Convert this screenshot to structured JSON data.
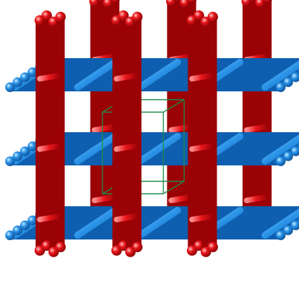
{
  "figure": {
    "background": "#ffffff",
    "colors": {
      "horizontal_rods": "#2a93e8",
      "horizontal_rods_dark": "#0f5fb0",
      "horizontal_rods_light": "#8fd0ff",
      "vertical_rods": "#e8161a",
      "vertical_rods_dark": "#9a0206",
      "vertical_rods_light": "#ff8a8a",
      "unit_cell_edge": "#1f8a4a"
    },
    "lattice": {
      "horizontal_layers": 3,
      "vertical_columns_per_row": 3,
      "rows_in_depth": 2,
      "unit_cell_shown": true
    }
  }
}
